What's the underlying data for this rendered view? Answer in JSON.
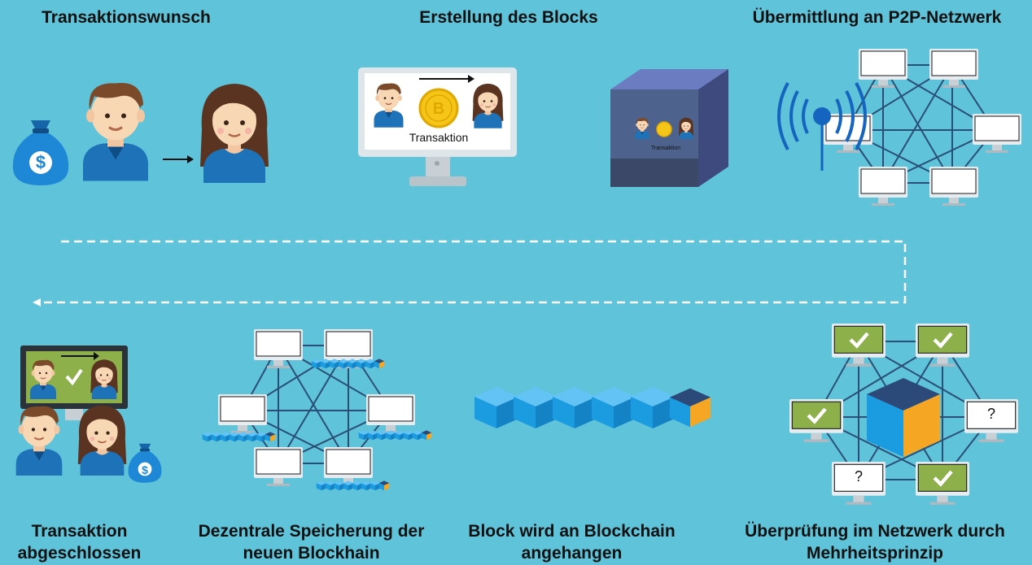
{
  "steps": {
    "s1": "Transaktionswunsch",
    "s2": "Erstellung des Blocks",
    "s3": "Übermittlung an P2P-Netzwerk",
    "s4": "Überprüfung im Netzwerk durch Mehrheitsprinzip",
    "s5": "Block wird an Blockchain angehangen",
    "s6": "Dezentrale Speicherung der neuen Blockhain",
    "s7": "Transaktion abgeschlossen"
  },
  "screen_label": "Transaktion",
  "cube_label": "Transaktion",
  "unverified_mark": "?",
  "currency_symbol": "$",
  "coin_symbol": "B",
  "colors": {
    "background": "#5fc3d9",
    "shirt": "#1e72b8",
    "verified": "#8db04a",
    "block_blue": "#1b9be0",
    "block_orange": "#f5a623",
    "block_navy": "#2b4a7a",
    "network_line": "#2a4f77",
    "arrow_dash": "#ffffff"
  },
  "icons": [
    "money-bag-icon",
    "man-icon",
    "woman-icon",
    "computer-icon",
    "coin-icon",
    "cube-icon",
    "antenna-icon",
    "checkmark-icon",
    "question-icon",
    "arrow-icon"
  ]
}
